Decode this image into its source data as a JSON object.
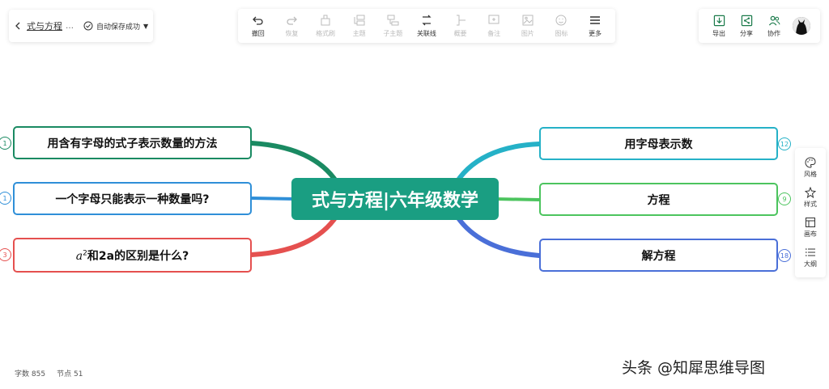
{
  "doc": {
    "title": "式与方程",
    "ellipsis": "…",
    "save_status": "自动保存成功"
  },
  "toolbar": [
    {
      "label": "撤回",
      "icon": "undo-icon",
      "disabled": false
    },
    {
      "label": "恢复",
      "icon": "redo-icon",
      "disabled": true
    },
    {
      "label": "格式刷",
      "icon": "format-brush-icon",
      "disabled": true
    },
    {
      "label": "主题",
      "icon": "topic-icon",
      "disabled": true
    },
    {
      "label": "子主题",
      "icon": "subtopic-icon",
      "disabled": true
    },
    {
      "label": "关联线",
      "icon": "relation-line-icon",
      "disabled": false
    },
    {
      "label": "概要",
      "icon": "summary-icon",
      "disabled": true
    },
    {
      "label": "备注",
      "icon": "note-icon",
      "disabled": true
    },
    {
      "label": "图片",
      "icon": "image-icon",
      "disabled": true
    },
    {
      "label": "图标",
      "icon": "emoji-icon",
      "disabled": true
    },
    {
      "label": "更多",
      "icon": "menu-icon",
      "disabled": false
    }
  ],
  "right_tools": [
    {
      "label": "导出",
      "icon": "export-icon"
    },
    {
      "label": "分享",
      "icon": "share-icon"
    },
    {
      "label": "协作",
      "icon": "collaborate-icon"
    }
  ],
  "side_panel": [
    {
      "label": "风格",
      "icon": "palette-icon"
    },
    {
      "label": "样式",
      "icon": "style-icon"
    },
    {
      "label": "画布",
      "icon": "canvas-icon"
    },
    {
      "label": "大纲",
      "icon": "outline-icon"
    }
  ],
  "mindmap": {
    "center": {
      "label": "式与方程|六年级数学",
      "color": "#1a9e82"
    },
    "left": [
      {
        "label": "用含有字母的式子表示数量的方法",
        "count": "1",
        "color": "#1a8a62"
      },
      {
        "label": "一个字母只能表示一种数量吗?",
        "count": "1",
        "color": "#2f8fd8"
      },
      {
        "label_pre": "a",
        "label_sup": "2",
        "label_post": "和2a的区别是什么?",
        "count": "3",
        "color": "#e5504f"
      }
    ],
    "right": [
      {
        "label": "用字母表示数",
        "count": "12",
        "color": "#25b1c7"
      },
      {
        "label": "方程",
        "count": "9",
        "color": "#4cc45e"
      },
      {
        "label": "解方程",
        "count": "18",
        "color": "#4a6fd8"
      }
    ]
  },
  "footer": {
    "word_count_label": "字数",
    "word_count": "855",
    "node_count_label": "节点",
    "node_count": "51"
  },
  "watermark": "头条 @知犀思维导图"
}
